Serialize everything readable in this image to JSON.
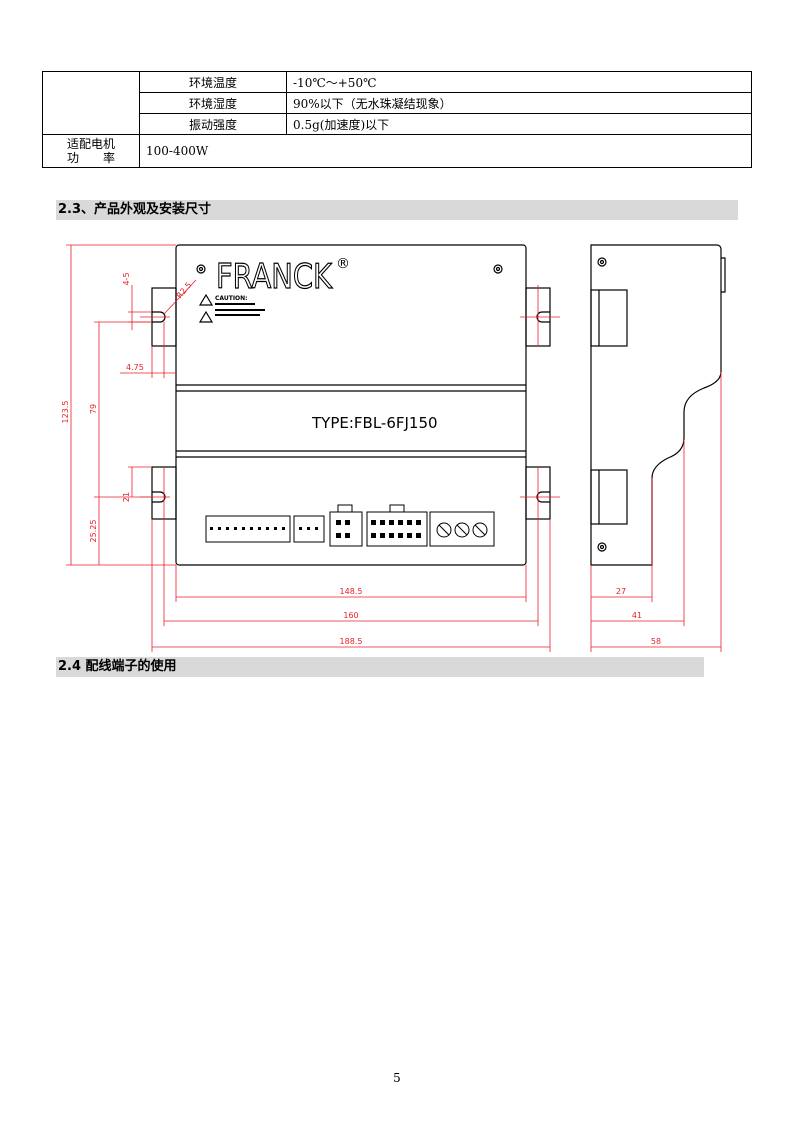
{
  "spec_table": {
    "rows": [
      {
        "name": "环境温度",
        "value": "-10℃～+50℃"
      },
      {
        "name": "环境湿度",
        "value": "90%以下（无水珠凝结现象）"
      },
      {
        "name": "振动强度",
        "value": "0.5g(加速度)以下"
      }
    ],
    "motor": {
      "label_line1": "适配电机",
      "label_line2": "功　　率",
      "value": "100-400W"
    }
  },
  "sections": {
    "s23": "2.3、产品外观及安装尺寸",
    "s24": "2.4 配线端子的使用"
  },
  "drawing": {
    "brand": "FRANCK",
    "brand_mark": "®",
    "type_label": "TYPE:FBL-6FJ150",
    "caution": "CAUTION:",
    "dimensions": {
      "height_total": "123.5",
      "height_79": "79",
      "d45": "4-5",
      "r25": "R2.5",
      "d475": "4.75",
      "d21": "21",
      "d2525": "25.25",
      "w1485": "148.5",
      "w160": "160",
      "w1885": "188.5",
      "s27": "27",
      "s41": "41",
      "s58": "58"
    }
  },
  "page_number": "5"
}
